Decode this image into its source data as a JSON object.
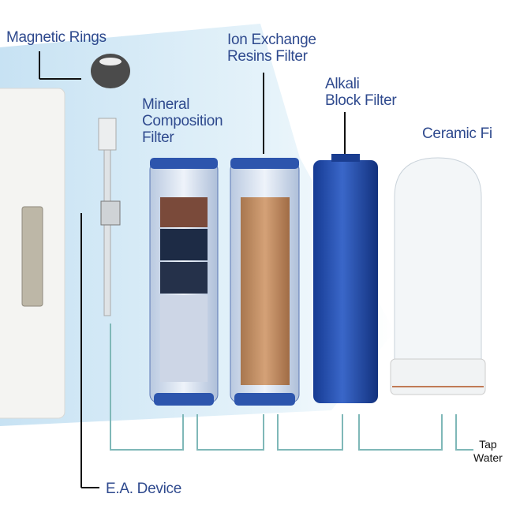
{
  "labels": {
    "magnetic_rings": "Magnetic Rings",
    "ion_exchange": [
      "Ion Exchange",
      "Resins Filter"
    ],
    "mineral": [
      "Mineral",
      "Composition",
      "Filter"
    ],
    "alkali": [
      "Alkali",
      "Block Filter"
    ],
    "ceramic": "Ceramic Fi",
    "ea_device": "E.A. Device",
    "tap_water": [
      "Tap",
      "Water"
    ]
  },
  "colors": {
    "label": "#2f4a8e",
    "pipe": "#7fb8b8",
    "alkali_filter": "#1f45a8",
    "splash": "#cfe6f4"
  }
}
